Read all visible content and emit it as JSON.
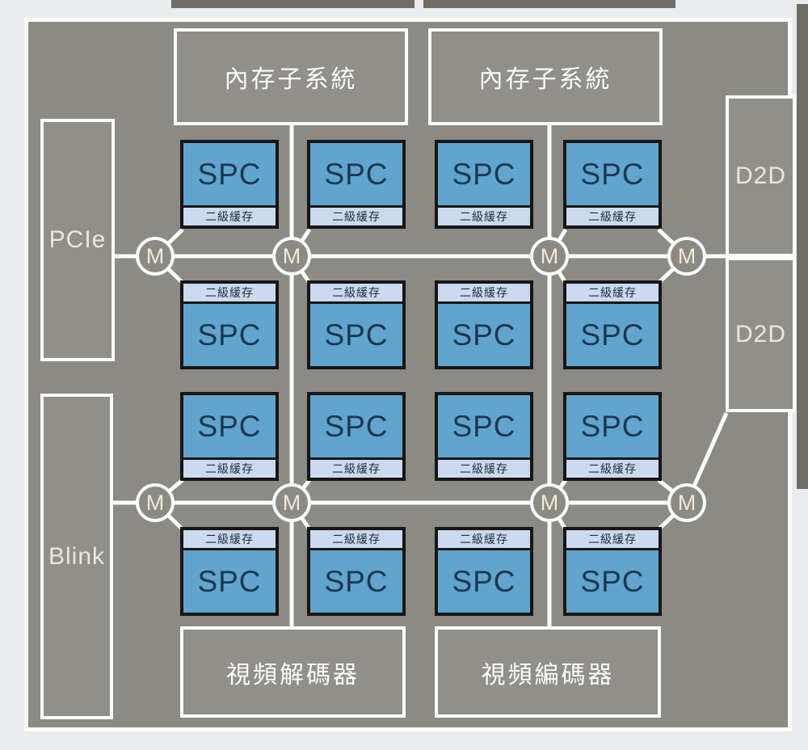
{
  "diagram": {
    "type": "soc-floorplan-block-diagram",
    "language": "zh-Hant + en"
  },
  "labels": {
    "memory_subsystem": "內存子系統",
    "spc": "SPC",
    "l2_cache": "二級緩存",
    "pcie": "PCIe",
    "blink": "Blink",
    "d2d": "D2D",
    "video_decoder": "視頻解碼器",
    "video_encoder": "視頻編碼器",
    "mesh_router": "M"
  },
  "counts": {
    "spc_cores": 16,
    "mesh_routers": 8,
    "memory_subsystems": 2,
    "d2d_interfaces": 2
  },
  "colors": {
    "outer_background": "#e9ebee",
    "die_fill": "#8b8a84",
    "block_fill": "#918f89",
    "neighbor_die": "#6e6e67",
    "line_white": "#fafaf8",
    "spc_blue": "#61a4ce",
    "cache_blue": "#cbdaee",
    "spc_border_black": "#161616",
    "spc_text_navy": "#1b3850",
    "router_text_cream": "#f3e9d4",
    "io_label_warm_white": "#ece7dd",
    "label_white": "#fbfbfb"
  }
}
